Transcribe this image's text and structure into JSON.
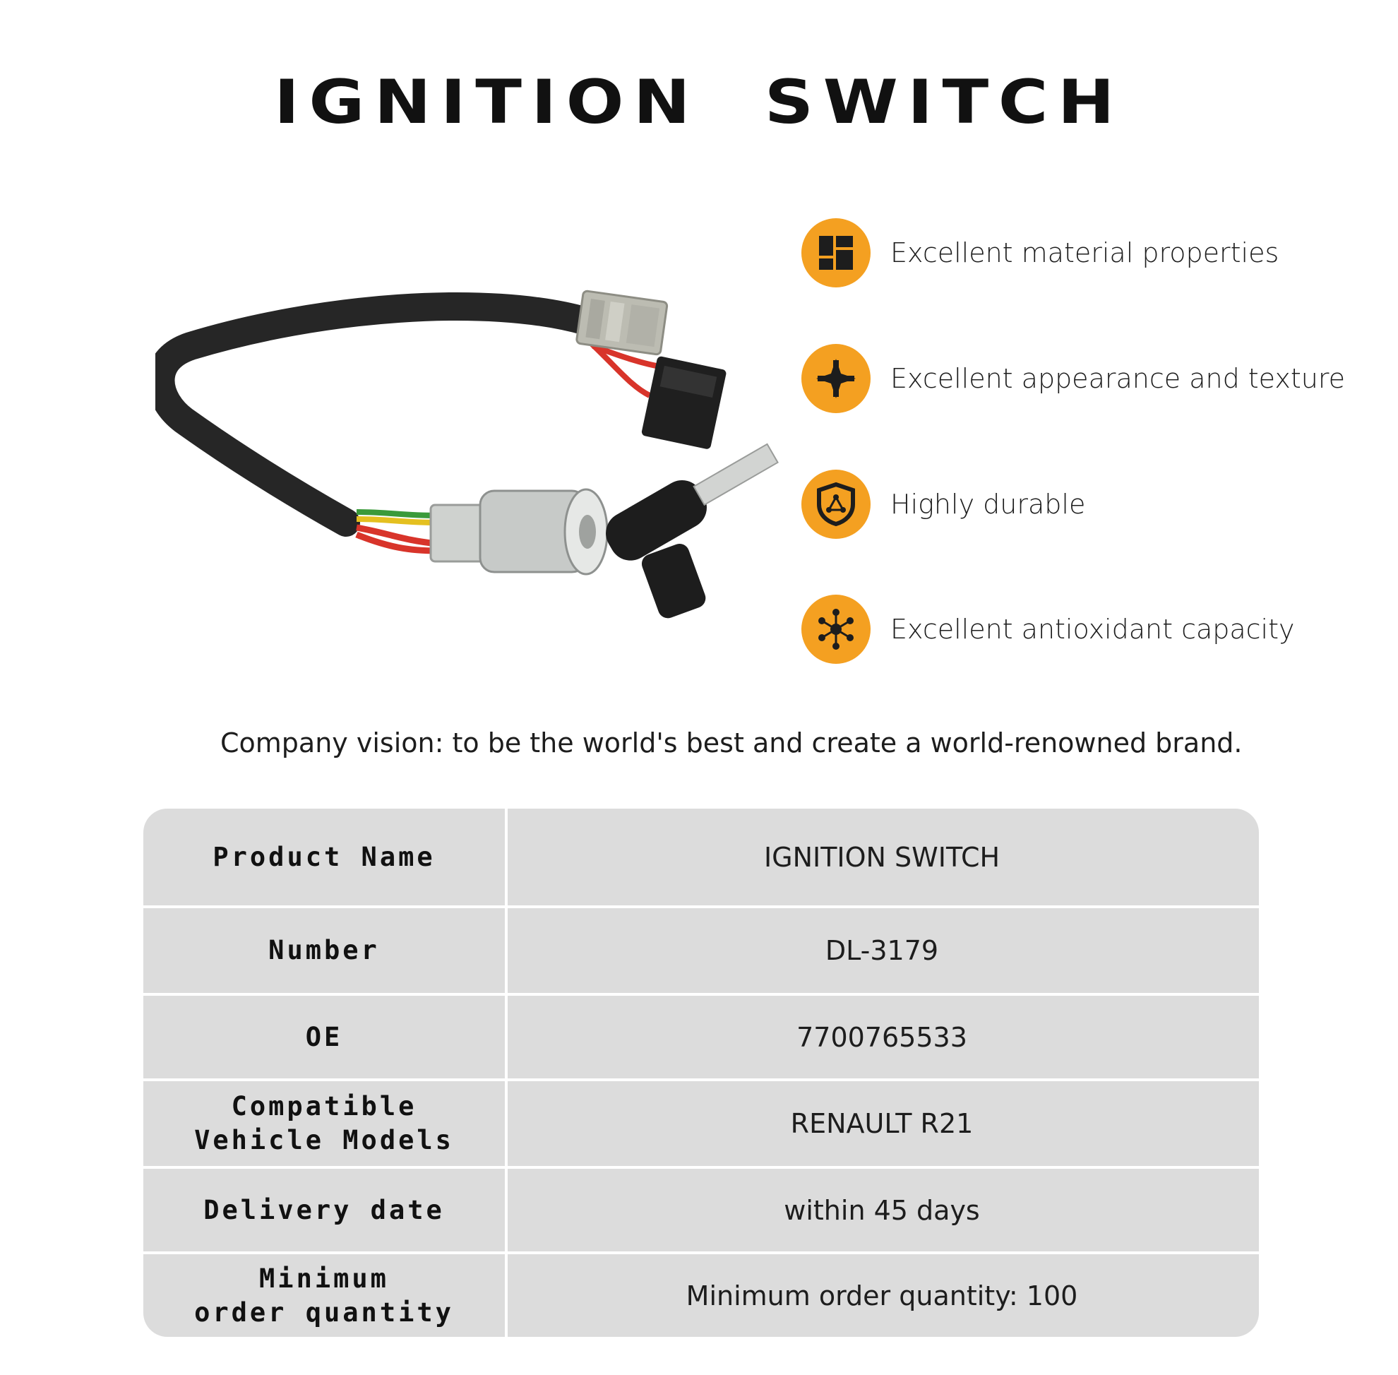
{
  "title": "IGNITION SWITCH",
  "features": [
    {
      "icon": "blocks-icon",
      "label": "Excellent material properties"
    },
    {
      "icon": "diamond-arrows-icon",
      "label": "Excellent appearance and texture"
    },
    {
      "icon": "shield-icon",
      "label": "Highly durable"
    },
    {
      "icon": "molecule-icon",
      "label": "Excellent antioxidant capacity"
    }
  ],
  "vision": "Company vision: to be the world's best and create a world-renowned brand.",
  "specs": {
    "product_name": {
      "key": "Product Name",
      "value": "IGNITION SWITCH"
    },
    "number": {
      "key": "Number",
      "value": "DL-3179"
    },
    "oe": {
      "key": "OE",
      "value": "7700765533"
    },
    "compatible": {
      "key_line1": "Compatible",
      "key_line2": "Vehicle Models",
      "value": "RENAULT R21"
    },
    "delivery": {
      "key": "Delivery date",
      "value": "within 45 days"
    },
    "moq": {
      "key_line1": "Minimum",
      "key_line2": "order quantity",
      "value": "Minimum order quantity: 100"
    }
  },
  "colors": {
    "accent": "#f4a021",
    "table_bg": "#dcdcdc",
    "cable": "#262626"
  }
}
